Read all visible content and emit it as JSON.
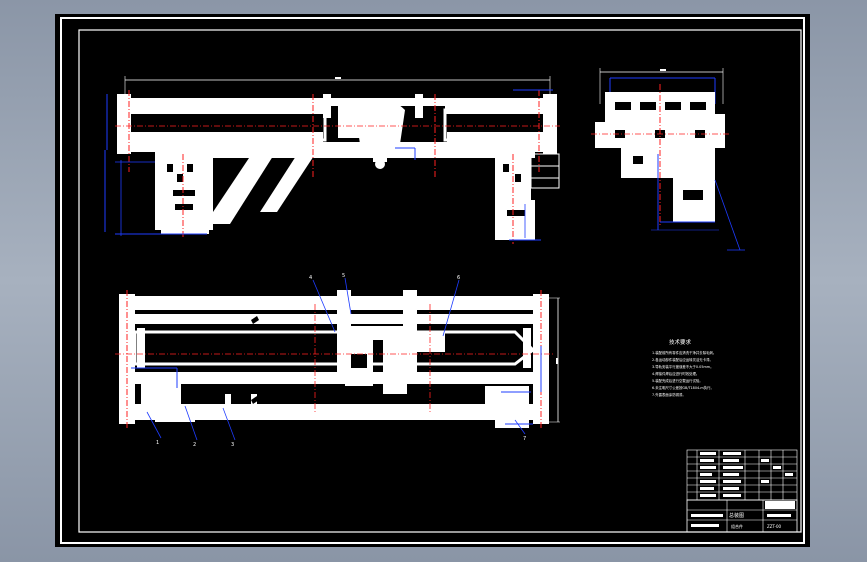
{
  "colors": {
    "background": "#000000",
    "frame": "#ffffff",
    "part": "#ffffff",
    "centerline": "#ff2020",
    "dimension": "#1e3cff",
    "page": "#95a0b0"
  },
  "technical_notes": {
    "title": "技术要求",
    "lines": [
      "1.装配前所有零件应清洗干净并去除毛刺。",
      "2.各运动部件装配后应运转灵活无卡滞。",
      "3.导轨安装平行度误差不大于0.05mm。",
      "4.焊接件焊后应进行时效处理。",
      "5.装配完成后进行空载运行试验。",
      "6.未注明尺寸公差按GB/T1804-m执行。",
      "7.外露表面涂防锈漆。"
    ]
  },
  "title_block": {
    "drawing_name": "总装图",
    "drawing_number": "ZZT-00",
    "material": "组合件"
  },
  "part_labels": [
    "1",
    "2",
    "3",
    "4",
    "5",
    "6",
    "7"
  ]
}
